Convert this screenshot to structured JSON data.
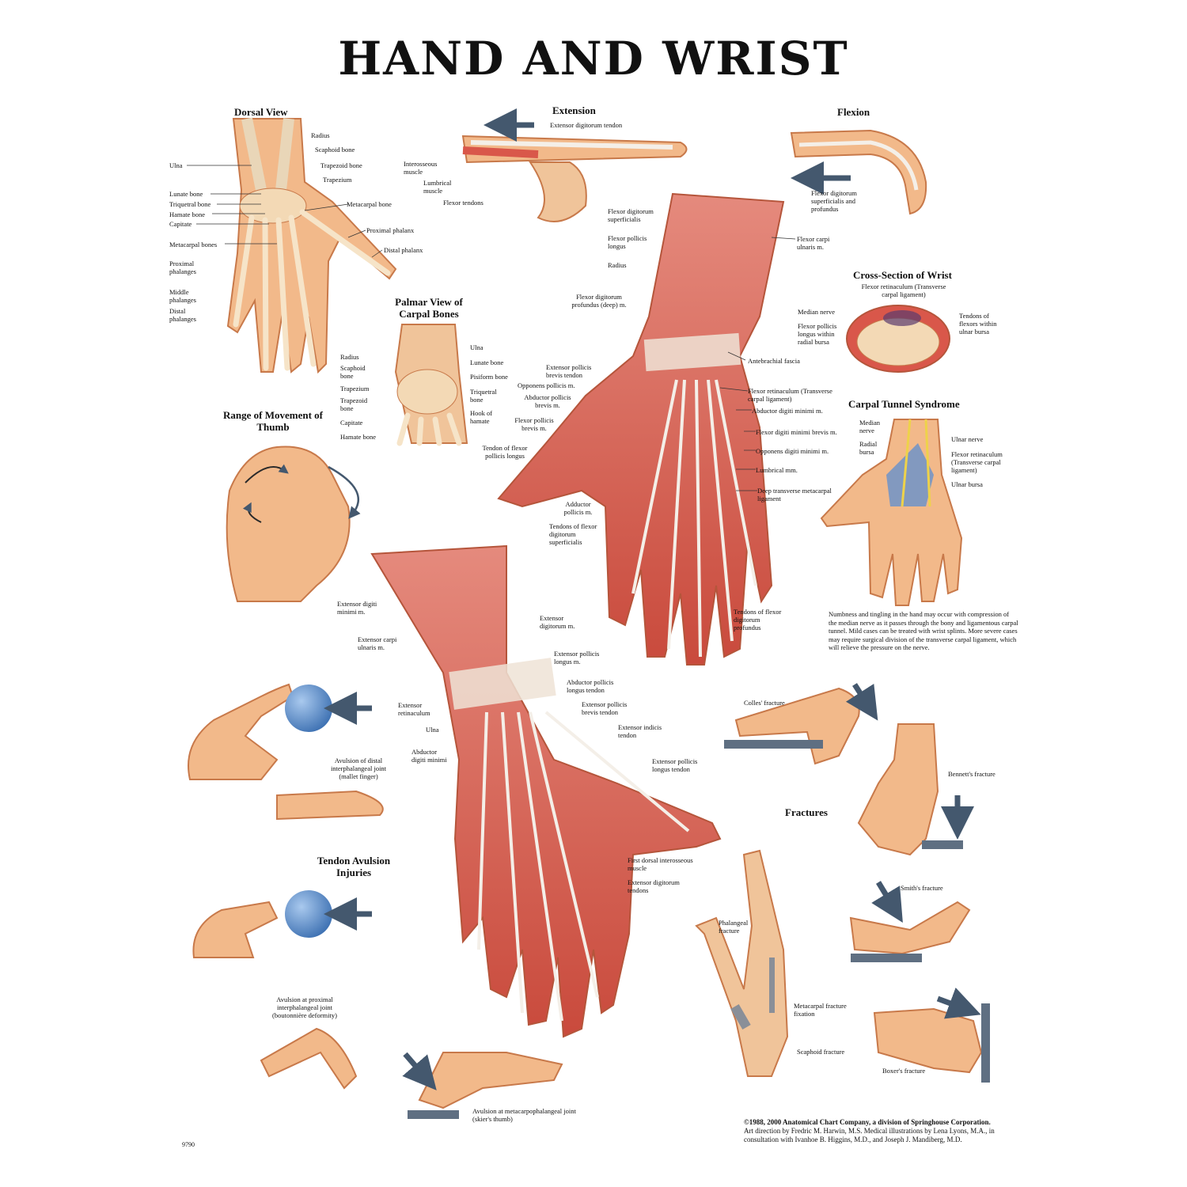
{
  "title": "HAND AND WRIST",
  "sections": {
    "dorsal_view": "Dorsal View",
    "extension": "Extension",
    "flexion": "Flexion",
    "palmar_view": "Palmar View of Carpal Bones",
    "range_thumb": "Range of Movement of Thumb",
    "cross_section": "Cross-Section of Wrist",
    "carpal_tunnel": "Carpal Tunnel Syndrome",
    "fractures": "Fractures",
    "tendon_avulsion": "Tendon Avulsion Injuries"
  },
  "labels": {
    "dorsal": {
      "radius": "Radius",
      "scaphoid": "Scaphoid bone",
      "trapezoid": "Trapezoid bone",
      "trapezium": "Trapezium",
      "ulna": "Ulna",
      "lunate": "Lunate bone",
      "triquetral": "Triquetral bone",
      "hamate": "Hamate bone",
      "capitate": "Capitate",
      "metacarpal_bone": "Metacarpal bone",
      "metacarpal_bones": "Metacarpal bones",
      "proximal_phalanx": "Proximal phalanx",
      "distal_phalanx": "Distal phalanx",
      "proximal_phalanges": "Proximal phalanges",
      "middle_phalanges": "Middle phalanges",
      "distal_phalanges": "Distal phalanges"
    },
    "extension": {
      "ext_dig_tendon": "Extensor digitorum tendon",
      "interosseous": "Interosseous muscle",
      "lumbrical": "Lumbrical muscle",
      "flexor_tendons": "Flexor tendons"
    },
    "flexion": {
      "flexor_dig": "Flexor digitorum superficialis and profundus"
    },
    "palmar_carpal": {
      "radius": "Radius",
      "ulna": "Ulna",
      "scaphoid": "Scaphoid bone",
      "lunate": "Lunate bone",
      "pisiform": "Pisiform bone",
      "trapezium": "Trapezium",
      "triquetral": "Triquetral bone",
      "trapezoid": "Trapezoid bone",
      "hook_hamate": "Hook of hamate",
      "capitate": "Capitate",
      "hamate": "Hamate bone"
    },
    "palmar_muscles": {
      "fds": "Flexor digitorum superficialis",
      "fpl": "Flexor pollicis longus",
      "radius": "Radius",
      "fdp": "Flexor digitorum profundus (deep) m.",
      "fcu": "Flexor carpi ulnaris m.",
      "antebrachial": "Antebrachial fascia",
      "epb": "Extensor pollicis brevis tendon",
      "opp_pollicis": "Opponens pollicis m.",
      "apb": "Abductor pollicis brevis m.",
      "fpb": "Flexor pollicis brevis m.",
      "tendon_fpl": "Tendon of flexor pollicis longus",
      "flexor_ret": "Flexor retinaculum (Transverse carpal ligament)",
      "abd_dig_min": "Abductor digiti minimi m.",
      "flex_dig_min": "Flexor digiti minimi brevis m.",
      "opp_dig_min": "Opponens digiti minimi m.",
      "lumbrical": "Lumbrical mm.",
      "deep_trans": "Deep transverse metacarpal ligament",
      "adductor": "Adductor pollicis m.",
      "tendons_fds": "Tendons of flexor digitorum superficialis",
      "tendons_fdp": "Tendons of flexor digitorum profundus"
    },
    "cross_section": {
      "flexor_ret": "Flexor retinaculum (Transverse carpal ligament)",
      "median": "Median nerve",
      "fpl_bursa": "Flexor pollicis longus within radial bursa",
      "tendons_flexors": "Tendons of flexors within ulnar bursa"
    },
    "carpal_tunnel": {
      "median": "Median nerve",
      "radial_bursa": "Radial bursa",
      "ulnar_nerve": "Ulnar nerve",
      "flexor_ret": "Flexor retinaculum (Transverse carpal ligament)",
      "ulnar_bursa": "Ulnar bursa",
      "description": "Numbness and tingling in the hand may occur with compression of the median nerve as it passes through the bony and ligamentous carpal tunnel. Mild cases can be treated with wrist splints. More severe cases may require surgical division of the transverse carpal ligament, which will relieve the pressure on the nerve."
    },
    "dorsal_muscles": {
      "ext_dig_min": "Extensor digiti minimi m.",
      "ext_dig": "Extensor digitorum m.",
      "ecu": "Extensor carpi ulnaris m.",
      "epl": "Extensor pollicis longus m.",
      "apl_tendon": "Abductor pollicis longus tendon",
      "ext_ret": "Extensor retinaculum",
      "epb_tendon": "Extensor pollicis brevis tendon",
      "ulna": "Ulna",
      "ext_ind": "Extensor indicis tendon",
      "abd_dig_min": "Abductor digiti minimi",
      "epl_tendon": "Extensor pollicis longus tendon",
      "first_dorsal": "First dorsal interosseous muscle",
      "ext_dig_tendons": "Extensor digitorum tendons"
    },
    "tendon": {
      "mallet": "Avulsion of distal interphalangeal joint (mallet finger)",
      "boutonniere": "Avulsion at proximal interphalangeal joint (boutonnière deformity)",
      "skier": "Avulsion at metacarpophalangeal joint (skier's thumb)"
    },
    "fractures": {
      "colles": "Colles' fracture",
      "bennett": "Bennett's fracture",
      "smith": "Smith's fracture",
      "phalangeal": "Phalangeal fracture",
      "metacarpal_fix": "Metacarpal fracture fixation",
      "scaphoid": "Scaphoid fracture",
      "boxer": "Boxer's fracture"
    }
  },
  "credit": {
    "line1": "©1988, 2000 Anatomical Chart Company, a division of Springhouse Corporation.",
    "line2": "Art direction by Fredric M. Harwin, M.S. Medical illustrations by Lena Lyons, M.A., in consultation with Ivanhoe B. Higgins, M.D., and Joseph J. Mandiberg, M.D."
  },
  "catalog_number": "9790",
  "colors": {
    "skin": "#f2b98a",
    "skin_dark": "#d98a55",
    "bone": "#f0c49a",
    "muscle": "#d9574a",
    "tendon": "#f4efe8",
    "nerve_blue": "#6f93c8",
    "arrow": "#44586e",
    "surface": "#5f6f82",
    "ball": "#4f86c6"
  }
}
